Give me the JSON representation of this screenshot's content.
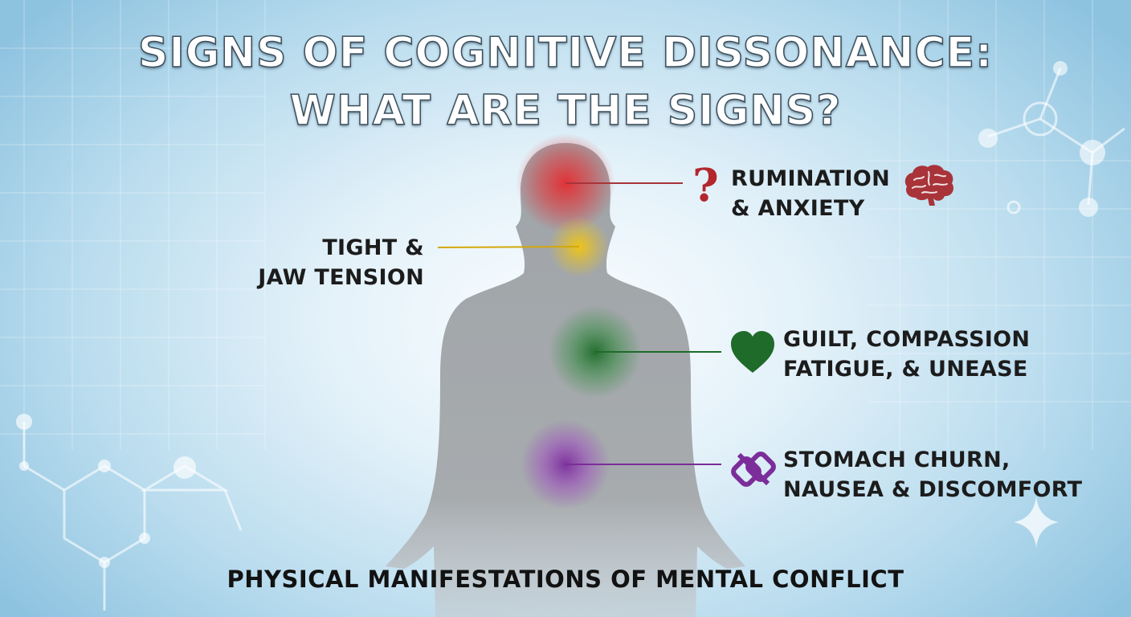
{
  "title": {
    "line1": "SIGNS OF COGNITIVE DISSONANCE:",
    "line2": "WHAT ARE THE SIGNS?"
  },
  "signs": [
    {
      "line1": "RUMINATION",
      "line2": "& ANXIETY",
      "color": "#e8262a",
      "icon": "question-mark-icon",
      "icon2": "brain-icon"
    },
    {
      "line1": "TIGHT &",
      "line2": "JAW TENSION",
      "color": "#f2c511"
    },
    {
      "line1": "GUILT, COMPASSION",
      "line2": "FATIGUE, & UNEASE",
      "color": "#1f6b2a",
      "icon": "heart-icon"
    },
    {
      "line1": "STOMACH CHURN,",
      "line2": "NAUSEA & DISCOMFORT",
      "color": "#7b2d9a",
      "icon": "knot-icon"
    }
  ],
  "icons": {
    "question_mark": "?",
    "question_color": "#b3262d",
    "brain_color": "#a8343a"
  },
  "footer": "PHYSICAL MANIFESTATIONS OF MENTAL CONFLICT"
}
